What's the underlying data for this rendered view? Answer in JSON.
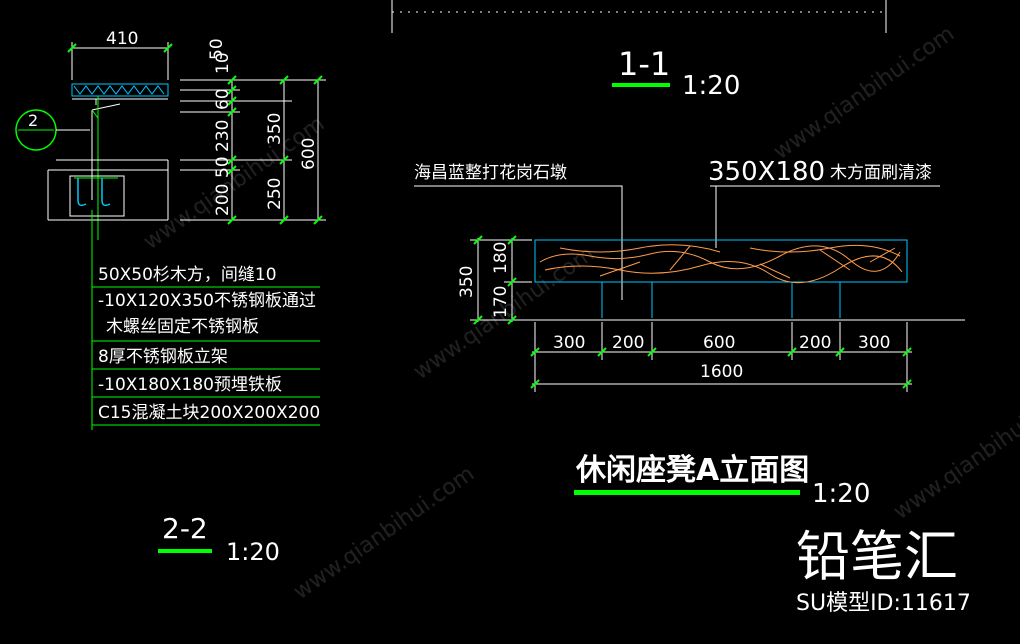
{
  "section_1_1": {
    "label": "1-1",
    "scale": "1:20"
  },
  "section_2_2": {
    "label": "2-2",
    "scale": "1:20"
  },
  "elevation": {
    "title": "休闲座凳A立面图",
    "scale": "1:20",
    "label_stone": "海昌蓝整打花岗石墩",
    "label_wood": "350X180",
    "label_wood_suffix": "木方面刷清漆",
    "height_total": "350",
    "height_top": "180",
    "height_bottom": "170",
    "spans": [
      "300",
      "200",
      "600",
      "200",
      "300"
    ],
    "total_width": "1600"
  },
  "section_detail": {
    "top_width": "410",
    "callout_number": "2",
    "dims_inner": [
      "10",
      "50",
      "60",
      "230",
      "50",
      "200"
    ],
    "dims_mid": [
      "350",
      "250"
    ],
    "dims_outer": "600",
    "notes": [
      "50X50杉木方，间缝10",
      "-10X120X350不锈钢板通过",
      "木螺丝固定不锈钢板",
      "8厚不锈钢板立架",
      "-10X180X180预埋铁板",
      "C15混凝土块200X200X200"
    ]
  },
  "branding": {
    "logo": "铅笔汇",
    "id_text": "SU模型ID:11617",
    "watermark": "www.qianbihui.com"
  },
  "colors": {
    "line_white": "#ffffff",
    "line_green": "#00ff00",
    "line_cyan": "#00c8ff",
    "wood_orange": "#ff9c4a",
    "text_white": "#ffffff"
  }
}
